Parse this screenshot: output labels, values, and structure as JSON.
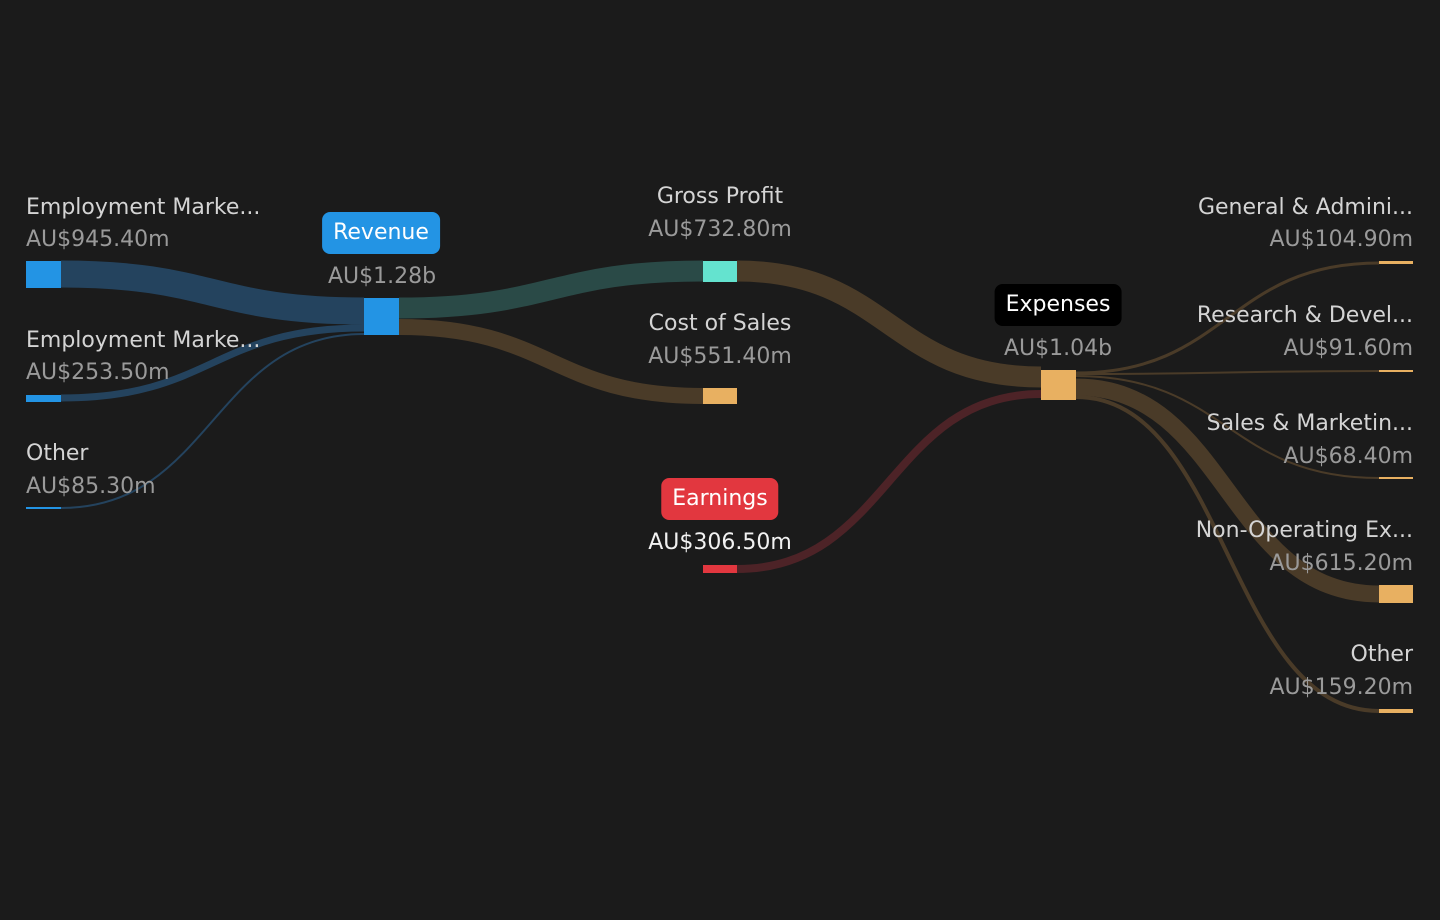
{
  "diagram": {
    "type": "sankey",
    "colors": {
      "revenue": "#2394e4",
      "gross_profit": "#64e3cf",
      "expense": "#e8b061",
      "earnings": "#e2373f",
      "flow_revenue": "#24435e",
      "flow_gross_profit": "#2a4a47",
      "flow_expense": "#4a3b28",
      "flow_earnings": "#4d2327",
      "background": "#1b1b1b"
    },
    "sources": [
      {
        "name": "Employment Marke...",
        "value": "AU$945.40m"
      },
      {
        "name": "Employment Marke...",
        "value": "AU$253.50m"
      },
      {
        "name": "Other",
        "value": "AU$85.30m"
      }
    ],
    "revenue": {
      "name": "Revenue",
      "value": "AU$1.28b"
    },
    "gross_profit": {
      "name": "Gross Profit",
      "value": "AU$732.80m"
    },
    "cost_of_sales": {
      "name": "Cost of Sales",
      "value": "AU$551.40m"
    },
    "earnings": {
      "name": "Earnings",
      "value": "AU$306.50m"
    },
    "expenses": {
      "name": "Expenses",
      "value": "AU$1.04b"
    },
    "expense_items": [
      {
        "name": "General & Admini...",
        "value": "AU$104.90m"
      },
      {
        "name": "Research & Devel...",
        "value": "AU$91.60m"
      },
      {
        "name": "Sales & Marketin...",
        "value": "AU$68.40m"
      },
      {
        "name": "Non-Operating Ex...",
        "value": "AU$615.20m"
      },
      {
        "name": "Other",
        "value": "AU$159.20m"
      }
    ]
  }
}
